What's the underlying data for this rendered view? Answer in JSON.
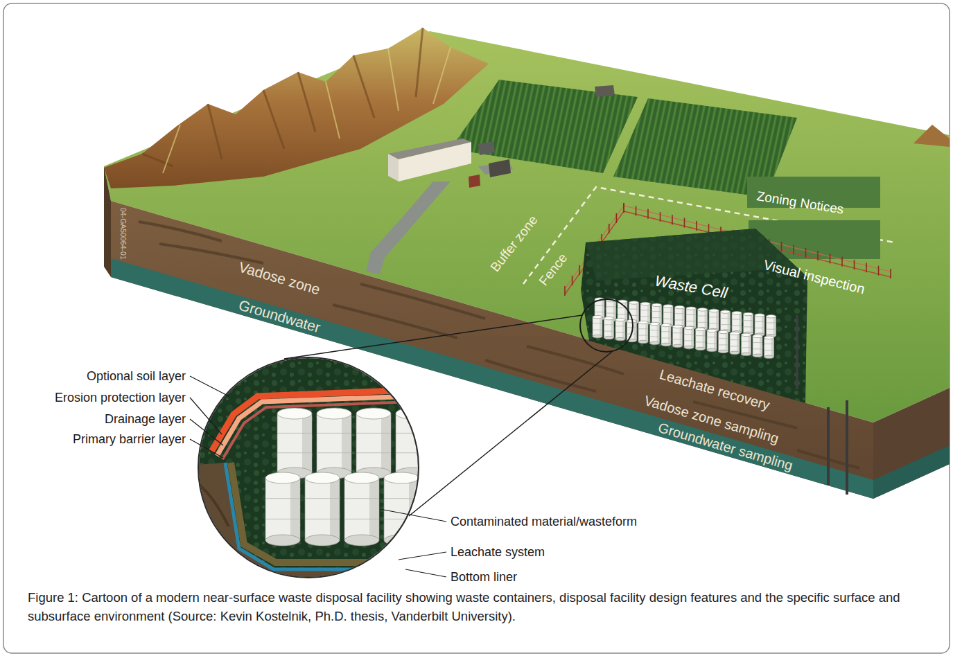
{
  "diagram": {
    "caption": "Figure 1: Cartoon of a modern near-surface waste disposal facility showing waste containers, disposal facility design features and the specific surface and subsurface environment (Source: Kevin Kostelnik, Ph.D. thesis, Vanderbilt University).",
    "labels": [
      "04-GA50064-01",
      "Vadose zone",
      "Groundwater",
      "Buffer zone",
      "Fence",
      "Waste Cell",
      "Zoning Notices",
      "Visual inspection",
      "Leachate recovery",
      "Vadose zone sampling",
      "Groundwater sampling",
      "Optional soil layer",
      "Erosion protection layer",
      "Drainage layer",
      "Primary barrier layer",
      "Contaminated material/wasteform",
      "Leachate system",
      "Bottom liner"
    ]
  }
}
